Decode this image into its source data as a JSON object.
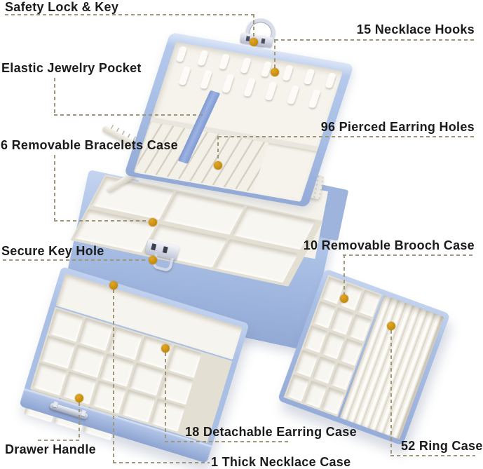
{
  "colors": {
    "box_blue": "#a9bfe4",
    "box_blue_shadow": "#93aad7",
    "interior_white": "#f6f4ee",
    "callout_dot": "#c8920f",
    "leader_dash": "#a0977b",
    "label_text": "#1b1b1b",
    "background": "#ffffff"
  },
  "callouts": [
    {
      "id": "safety-lock",
      "label": "Safety Lock & Key"
    },
    {
      "id": "necklace-hooks",
      "label": "15 Necklace Hooks"
    },
    {
      "id": "elastic-pocket",
      "label": "Elastic Jewelry Pocket"
    },
    {
      "id": "earring-holes",
      "label": "96 Pierced Earring Holes"
    },
    {
      "id": "bracelets-case",
      "label": "6 Removable Bracelets Case"
    },
    {
      "id": "brooch-case",
      "label": "10 Removable Brooch Case"
    },
    {
      "id": "secure-key-hole",
      "label": "Secure Key Hole"
    },
    {
      "id": "earring-case",
      "label": "18 Detachable Earring Case"
    },
    {
      "id": "drawer-handle",
      "label": "Drawer Handle"
    },
    {
      "id": "ring-case",
      "label": "52 Ring Case"
    },
    {
      "id": "necklace-case",
      "label": "1 Thick Necklace Case"
    }
  ]
}
